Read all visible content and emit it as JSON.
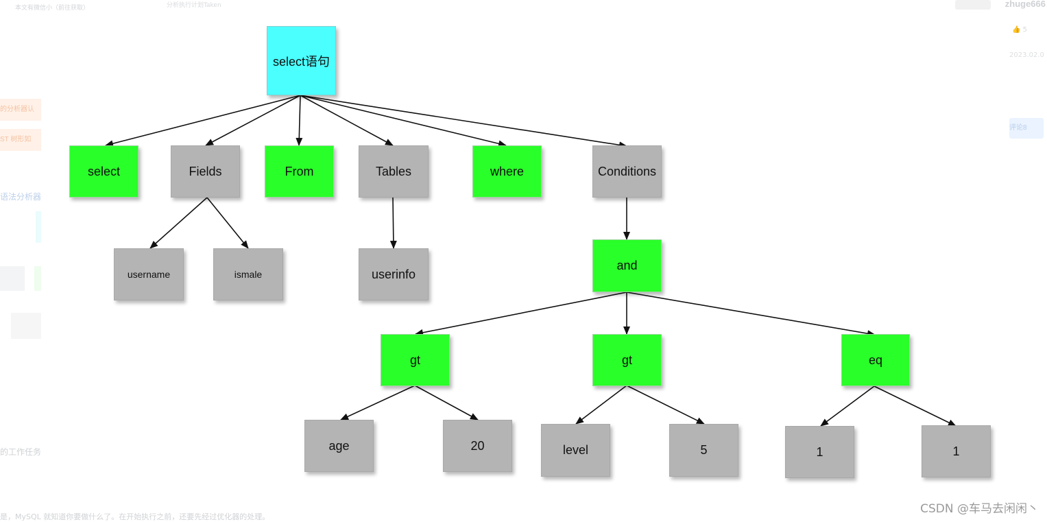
{
  "background": {
    "top_left_text": "本文有微信小（前往获取）",
    "top_mid_text": "分析执行计划Taken",
    "user_name": "zhuge666",
    "likes": "5",
    "date": "2023.02.0",
    "right_button": "评论8",
    "tag1": "的分析器认",
    "tag2": "ST 树形如",
    "left_link": "语法分析器分",
    "left_work": "的工作任务",
    "bottom_text": "是，MySQL 就知道你要做什么了。在开始执行之前，还要先经过优化器的处理。"
  },
  "diagram": {
    "root": "select语句",
    "level1": [
      "select",
      "Fields",
      "From",
      "Tables",
      "where",
      "Conditions"
    ],
    "fields_children": [
      "username",
      "ismale"
    ],
    "tables_child": "userinfo",
    "conditions_child": "and",
    "and_children": [
      "gt",
      "gt",
      "eq"
    ],
    "gt1_children": [
      "age",
      "20"
    ],
    "gt2_children": [
      "level",
      "5"
    ],
    "eq_children": [
      "1",
      "1"
    ]
  },
  "colors": {
    "keyword_node": "#29ff29",
    "value_node": "#b4b4b4",
    "root_node": "#4bffff",
    "edge": "#111111"
  },
  "watermark": "CSDN @车马去闲闲丶"
}
